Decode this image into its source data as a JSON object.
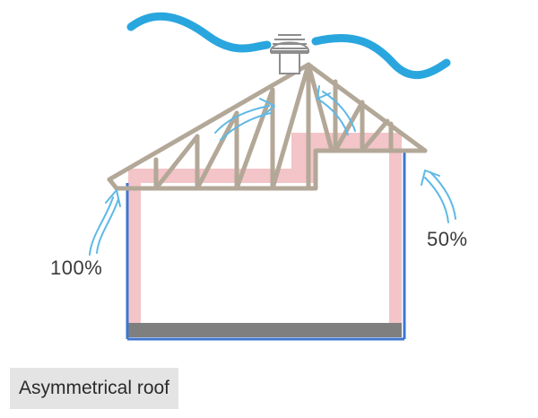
{
  "diagram": {
    "labels": {
      "left_vent": "100%",
      "right_vent": "50%"
    },
    "caption": "Asymmetrical roof",
    "icons": [
      "wind-icon",
      "roof-vent-icon",
      "airflow-arrow-icon"
    ],
    "colors": {
      "wind": "#2aa6df",
      "truss": "#b3a898",
      "insulation": "#f3c4c8",
      "wall_outline": "#3e76d0",
      "floor": "#7f7f7f",
      "airflow": "#5fb9e6"
    }
  }
}
